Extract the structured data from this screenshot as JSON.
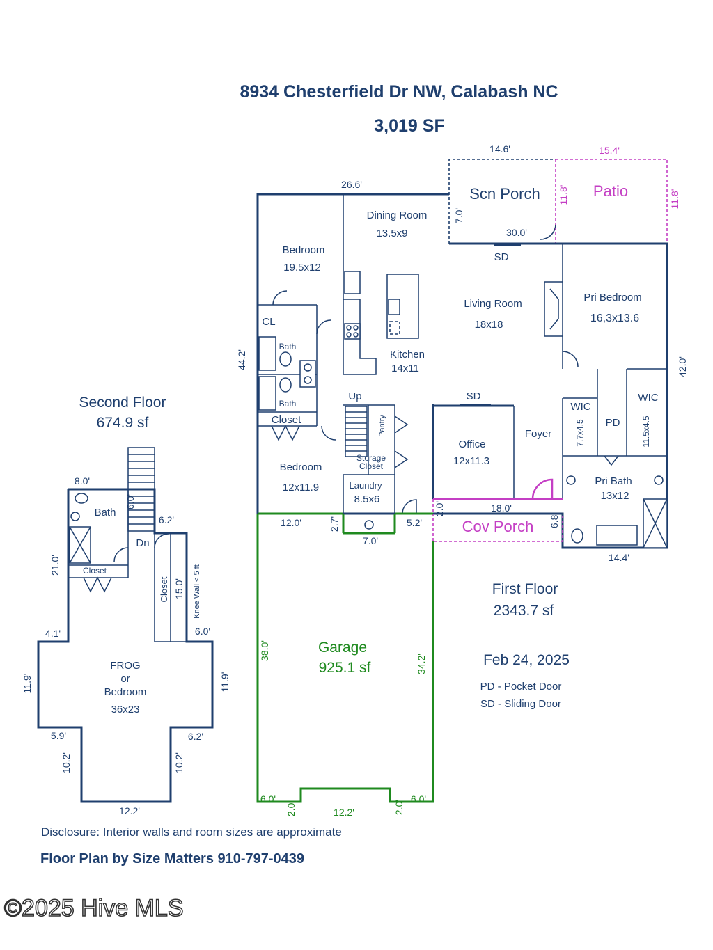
{
  "header": {
    "address": "8934 Chesterfield Dr NW, Calabash NC",
    "total_sf": "3,019 SF"
  },
  "second_floor": {
    "label": "Second Floor",
    "area": "674.9 sf",
    "rooms": {
      "bath": "Bath",
      "closet_left": "Closet",
      "closet_right": "Closet",
      "dn": "Dn",
      "knee_wall": "Knee Wall < 5 ft",
      "frog_1": "FROG",
      "frog_2": "or",
      "frog_3": "Bedroom",
      "frog_size": "36x23"
    },
    "dims": {
      "d1": "8.0'",
      "d2": "6.0'",
      "d3": "6.2'",
      "d4": "21.0'",
      "d5": "15.0'",
      "d6": "4.1'",
      "d7": "6.0'",
      "d8": "11.9'",
      "d9": "11.9'",
      "d10": "5.9'",
      "d11": "6.2'",
      "d12": "10.2'",
      "d13": "10.2'",
      "d14": "12.2'"
    }
  },
  "first_floor": {
    "label": "First Floor",
    "area": "2343.7 sf",
    "date": "Feb 24, 2025",
    "legend_pd": "PD - Pocket Door",
    "legend_sd": "SD - Sliding Door",
    "rooms": {
      "scn_porch": "Scn Porch",
      "patio": "Patio",
      "dining": "Dining Room",
      "dining_size": "13.5x9",
      "bedroom1": "Bedroom",
      "bedroom1_size": "19.5x12",
      "cl": "CL",
      "bath_a": "Bath",
      "bath_b": "Bath",
      "closet": "Closet",
      "up": "Up",
      "kitchen": "Kitchen",
      "kitchen_size": "14x11",
      "living": "Living Room",
      "living_size": "18x18",
      "pri_bed": "Pri Bedroom",
      "pri_bed_size": "16,3x13.6",
      "sd_top": "SD",
      "sd_office": "SD",
      "pantry": "Pantry",
      "storage": "Storage",
      "storage2": "Closet",
      "bedroom2": "Bedroom",
      "bedroom2_size": "12x11.9",
      "laundry": "Laundry",
      "laundry_size": "8.5x6",
      "office": "Office",
      "office_size": "12x11.3",
      "foyer": "Foyer",
      "wic1": "WIC",
      "wic1_size": "7.7x4.5",
      "pd": "PD",
      "wic2": "WIC",
      "wic2_size": "11.5x4.5",
      "pri_bath": "Pri Bath",
      "pri_bath_size": "13x12",
      "cov_porch": "Cov Porch",
      "garage": "Garage",
      "garage_area": "925.1 sf"
    },
    "dims": {
      "scn_w": "14.6'",
      "patio_w": "15.4'",
      "top_w": "26.6'",
      "scn_h": "11.8'",
      "patio_h": "11.8'",
      "scn_side": "7.0'",
      "porch_len": "30.0'",
      "left_h": "44.2'",
      "right_h": "42.0'",
      "cov_w": "18.0'",
      "cov_h1": "2.0'",
      "cov_h2": "6.8'",
      "bath_w": "14.4'",
      "g_top_left": "12.0'",
      "g_step": "2.7'",
      "g_mid": "7.0'",
      "g_right": "5.2'",
      "g_left_h": "38.0'",
      "g_right_h": "34.2'",
      "g_b1": "6.0'",
      "g_b2": "2.0'",
      "g_b3": "12.2'",
      "g_b4": "2.0'",
      "g_b5": "6.0'"
    }
  },
  "footer": {
    "disclosure": "Disclosure: Interior walls and room sizes are approximate",
    "credit": "Floor Plan by Size Matters 910-797-0439",
    "watermark": "©2025 Hive MLS"
  },
  "colors": {
    "wall": "#1f3f6e",
    "garage": "#1f8a1f",
    "porch": "#c43fc4"
  }
}
